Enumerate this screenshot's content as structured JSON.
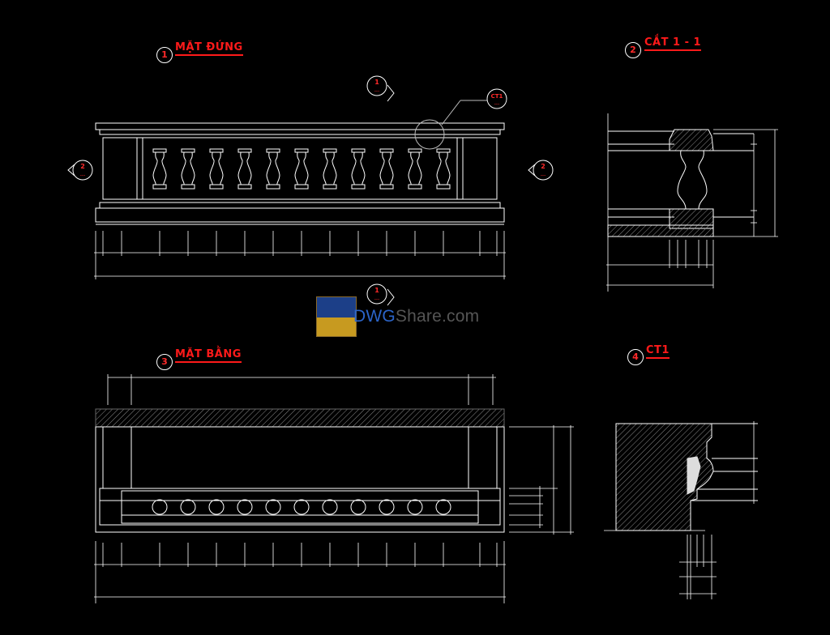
{
  "views": [
    {
      "num": "1",
      "title": "MẶT ĐỨNG"
    },
    {
      "num": "2",
      "title": "CẮT 1 - 1"
    },
    {
      "num": "3",
      "title": "MẶT BẰNG"
    },
    {
      "num": "4",
      "title": "CT1"
    }
  ],
  "markers": {
    "section_1_top": {
      "num": "1",
      "sub": "---"
    },
    "section_1_bottom": {
      "num": "1",
      "sub": "---"
    },
    "section_2_left": {
      "num": "2",
      "sub": "---"
    },
    "section_2_right": {
      "num": "2",
      "sub": "---"
    },
    "detail_ct1": {
      "label": "CT1",
      "sub": "---"
    }
  },
  "watermark": {
    "brand": "DWG",
    "rest": "Share.com"
  },
  "colors": {
    "lines": "#ffffff",
    "dimensions": "#1ec8e6",
    "titles": "#ff1a1a",
    "hatch": "#9a9a9a"
  }
}
